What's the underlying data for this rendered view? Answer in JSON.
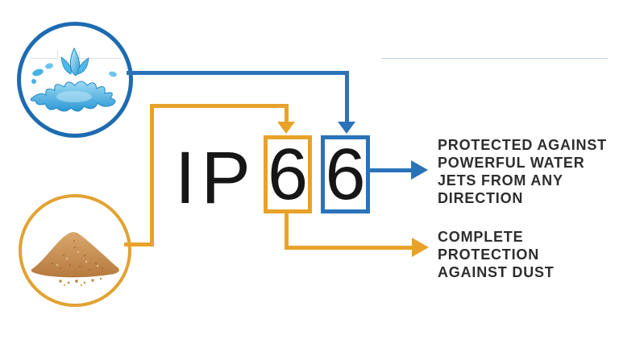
{
  "diagram": {
    "name": "IP66 ingress protection rating explainer",
    "rating": {
      "prefix": "IP",
      "dust_digit": "6",
      "water_digit": "6"
    },
    "water": {
      "icon": "water-splash-icon",
      "description_lines": [
        "PROTECTED AGAINST",
        "POWERFUL WATER",
        "JETS FROM ANY",
        "DIRECTION"
      ]
    },
    "dust": {
      "icon": "dust-pile-icon",
      "description_lines": [
        "COMPLETE",
        "PROTECTION",
        "AGAINST DUST"
      ]
    },
    "colors": {
      "water_accent": "#2a73b8",
      "water_circle_border": "#1d6bb1",
      "dust_accent": "#e8a22a",
      "sand": "#c58a55",
      "text": "#2d2d2d",
      "digits": "#161616"
    }
  }
}
